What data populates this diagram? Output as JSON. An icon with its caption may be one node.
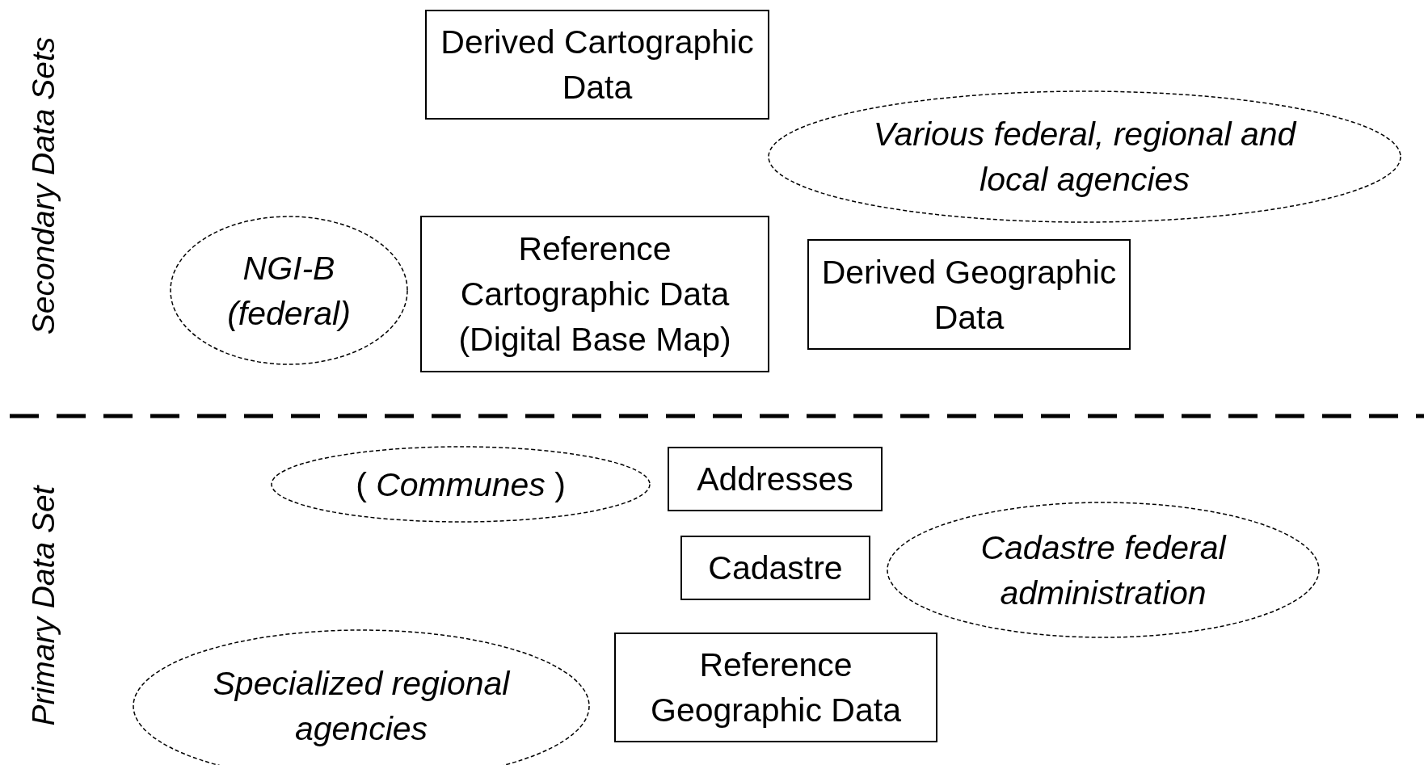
{
  "diagram": {
    "nodes": [
      {
        "text": [
          "Derived Cartographic Data"
        ]
      },
      {
        "text": [
          "Various federal, regional and local agencies"
        ]
      },
      {
        "text": [
          "NGI-B (federal)"
        ]
      },
      {
        "text": [
          "Reference Cartographic Data (Digital Base Map)"
        ]
      },
      {
        "text": [
          "Derived Geographic Data"
        ]
      },
      {
        "text": [
          "( *Communes* )"
        ]
      },
      {
        "text": [
          "Addresses"
        ]
      },
      {
        "text": [
          "Cadastre"
        ]
      },
      {
        "text": [
          "Cadastre federal administration"
        ]
      },
      {
        "text": [
          "Specialized regional agencies"
        ]
      },
      {
        "text": [
          "Reference Geographic Data"
        ]
      }
    ],
    "edges": [],
    "labels": [
      "Secondary Data Sets",
      "Primary Data Set"
    ]
  }
}
